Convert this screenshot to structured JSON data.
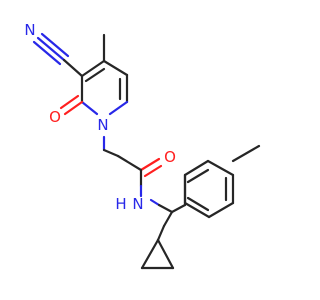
{
  "atom_labels": {
    "nitrile_nitrogen": "N",
    "carbonyl_oxygen_ring": "O",
    "ring_nitrogen": "N",
    "amide_oxygen": "O",
    "amide_nitrogen": "N",
    "amide_hydrogen": "H"
  },
  "colors": {
    "bond": "#262626",
    "nitrogen": "#2828e8",
    "oxygen": "#ff1f1f",
    "background": "#ffffff"
  }
}
